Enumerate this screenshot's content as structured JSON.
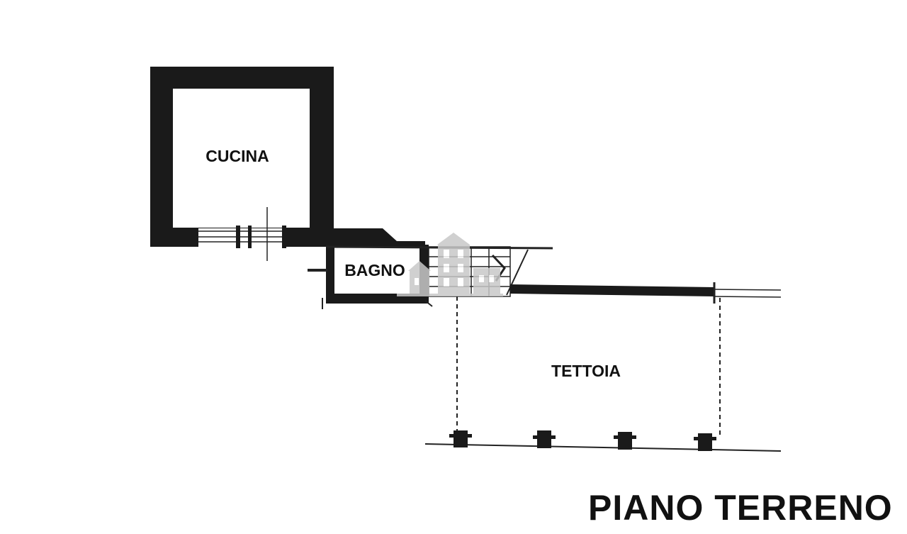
{
  "floor_plan": {
    "title": "PIANO TERRENO",
    "rooms": [
      {
        "id": "cucina",
        "label": "CUCINA"
      },
      {
        "id": "bagno",
        "label": "BAGNO"
      },
      {
        "id": "tettoia",
        "label": "TETTOIA"
      }
    ]
  },
  "colors": {
    "wall": "#1a1a1a",
    "line": "#222222",
    "watermark": "#c8c8c8",
    "background": "#ffffff"
  }
}
